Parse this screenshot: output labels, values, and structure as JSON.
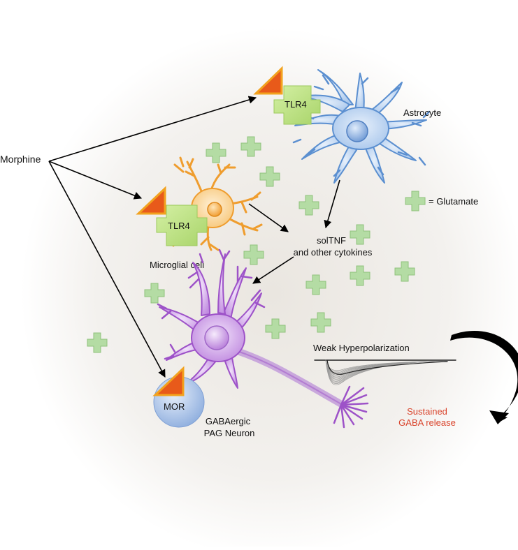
{
  "labels": {
    "morphine": "Morphine",
    "astrocyte": "Astrocyte",
    "microglial_cell": "Microglial cell",
    "tlr4_astrocyte": "TLR4",
    "tlr4_microglia": "TLR4",
    "soltnf_line1": "solTNF",
    "soltnf_line2": "and other cytokines",
    "glutamate_legend": "= Glutamate",
    "weak_hyperpolarization": "Weak Hyperpolarization",
    "mor": "MOR",
    "neuron_line1": "GABAergic",
    "neuron_line2": "PAG Neuron",
    "sustained_line1": "Sustained",
    "sustained_line2": "GABA release"
  },
  "colors": {
    "astrocyte": "#6a9fd8",
    "astrocyte_fill": "#c7dcf3",
    "microglia": "#f0a23c",
    "microglia_fill": "#fbd99c",
    "neuron": "#9d52c8",
    "neuron_fill": "#d9b2ee",
    "tlr4": "#b8e07a",
    "ligand": "#e85a1a",
    "ligand_edge": "#f2a21e",
    "glutamate": "#a8d49a",
    "mor": "#a6bfe4",
    "sustained_text": "#d9432b"
  }
}
